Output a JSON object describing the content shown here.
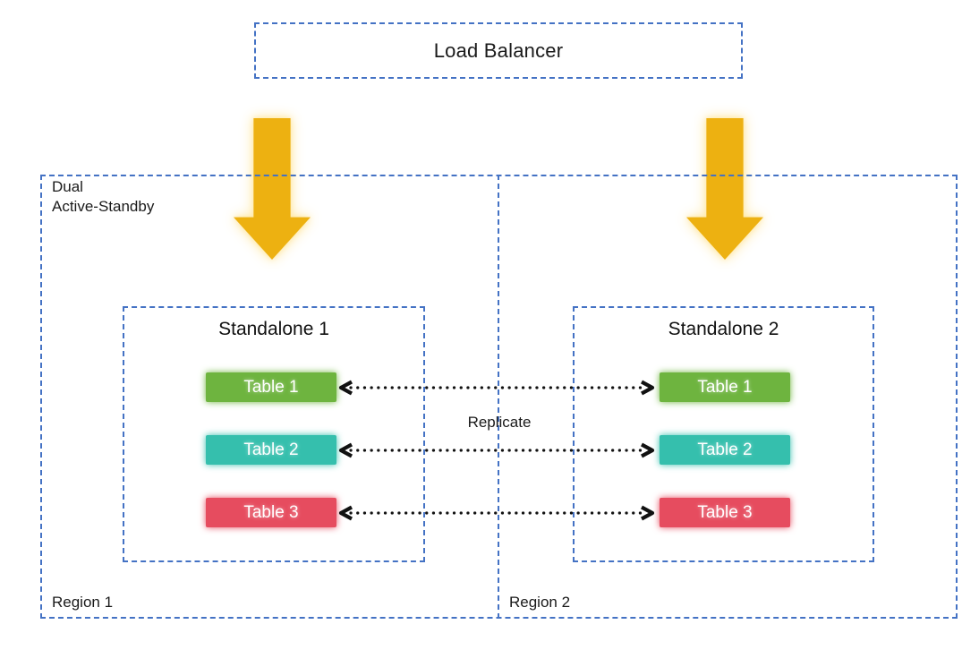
{
  "colors": {
    "dashed_border": "#4472C4",
    "arrow_gold": "#EDB111",
    "arrow_glow": "#FFE9A8",
    "replicate_line": "#111111",
    "table_text": "#FFFFFF"
  },
  "load_balancer": {
    "label": "Load Balancer"
  },
  "flow": {
    "down_arrow_count": 2,
    "direction": "down"
  },
  "regions": [
    {
      "label": "Region 1",
      "mode_label": "Dual\nActive-Standby",
      "standalone": {
        "title": "Standalone 1",
        "tables": [
          {
            "label": "Table 1",
            "color": "#6EB43F"
          },
          {
            "label": "Table 2",
            "color": "#35BFAD"
          },
          {
            "label": "Table 3",
            "color": "#E64C5F"
          }
        ]
      }
    },
    {
      "label": "Region 2",
      "standalone": {
        "title": "Standalone 2",
        "tables": [
          {
            "label": "Table 1",
            "color": "#6EB43F"
          },
          {
            "label": "Table 2",
            "color": "#35BFAD"
          },
          {
            "label": "Table 3",
            "color": "#E64C5F"
          }
        ]
      }
    }
  ],
  "replication": {
    "label": "Replicate",
    "link_count": 3,
    "style": "dotted-double-headed-arrow"
  }
}
